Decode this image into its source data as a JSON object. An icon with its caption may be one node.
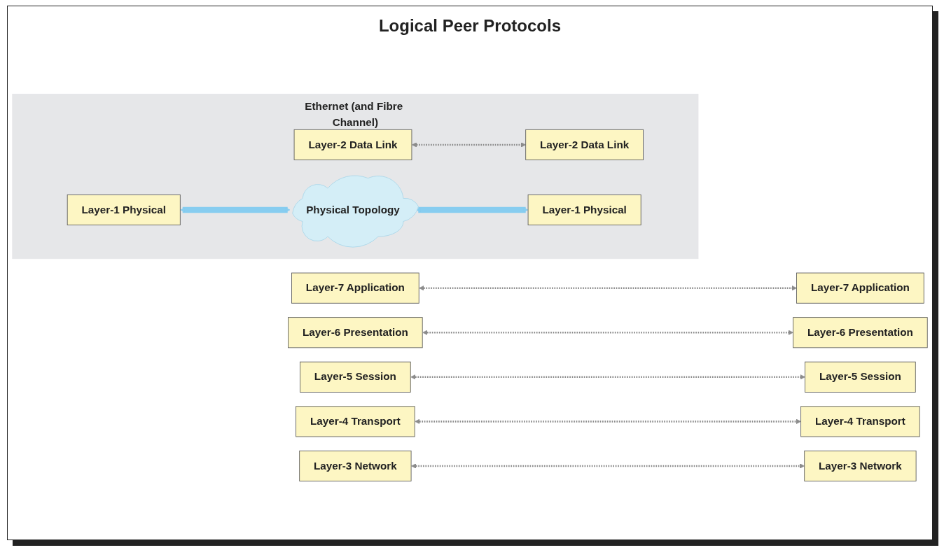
{
  "diagram": {
    "nodes": [
      {
        "text": [
          "Layer-7 Application"
        ]
      },
      {
        "text": [
          "Layer-7 Application"
        ]
      },
      {
        "text": [
          "Layer-6 Presentation"
        ]
      },
      {
        "text": [
          "Layer-6 Presentation"
        ]
      },
      {
        "text": [
          "Layer-5 Session"
        ]
      },
      {
        "text": [
          "Layer-5 Session"
        ]
      },
      {
        "text": [
          "Layer-4 Transport"
        ]
      },
      {
        "text": [
          "Layer-4 Transport"
        ]
      },
      {
        "text": [
          "Layer-3 Network"
        ]
      },
      {
        "text": [
          "Layer-3 Network"
        ]
      },
      {
        "text": [
          "Ethernet (and Fibre Channel)"
        ]
      },
      {
        "text": [
          "Layer-2 Data Link"
        ],
        "in": 10
      },
      {
        "text": [
          "Layer-2 Data Link"
        ],
        "in": 10
      },
      {
        "text": [
          "Layer-1 Physical"
        ],
        "in": 10
      },
      {
        "text": [
          "Physical Topology"
        ],
        "in": 10
      },
      {
        "text": [
          "Layer-1 Physical"
        ],
        "in": 10
      }
    ],
    "edges": [
      {
        "from": 0,
        "to": 1,
        "arrow": "both",
        "style": "dashed"
      },
      {
        "from": 2,
        "to": 3,
        "arrow": "both",
        "style": "dashed"
      },
      {
        "from": 4,
        "to": 5,
        "arrow": "both",
        "style": "dashed"
      },
      {
        "from": 6,
        "to": 7,
        "arrow": "both",
        "style": "dashed"
      },
      {
        "from": 8,
        "to": 9,
        "arrow": "both",
        "style": "dashed"
      },
      {
        "from": 11,
        "to": 12,
        "arrow": "both",
        "style": "dashed"
      },
      {
        "from": 13,
        "to": 14,
        "arrow": "both",
        "style": "thick",
        "color": "#87cdf0"
      },
      {
        "from": 14,
        "to": 15,
        "arrow": "both",
        "style": "thick",
        "color": "#87cdf0"
      }
    ],
    "labels": [
      "Logical Peer Protocols"
    ]
  }
}
